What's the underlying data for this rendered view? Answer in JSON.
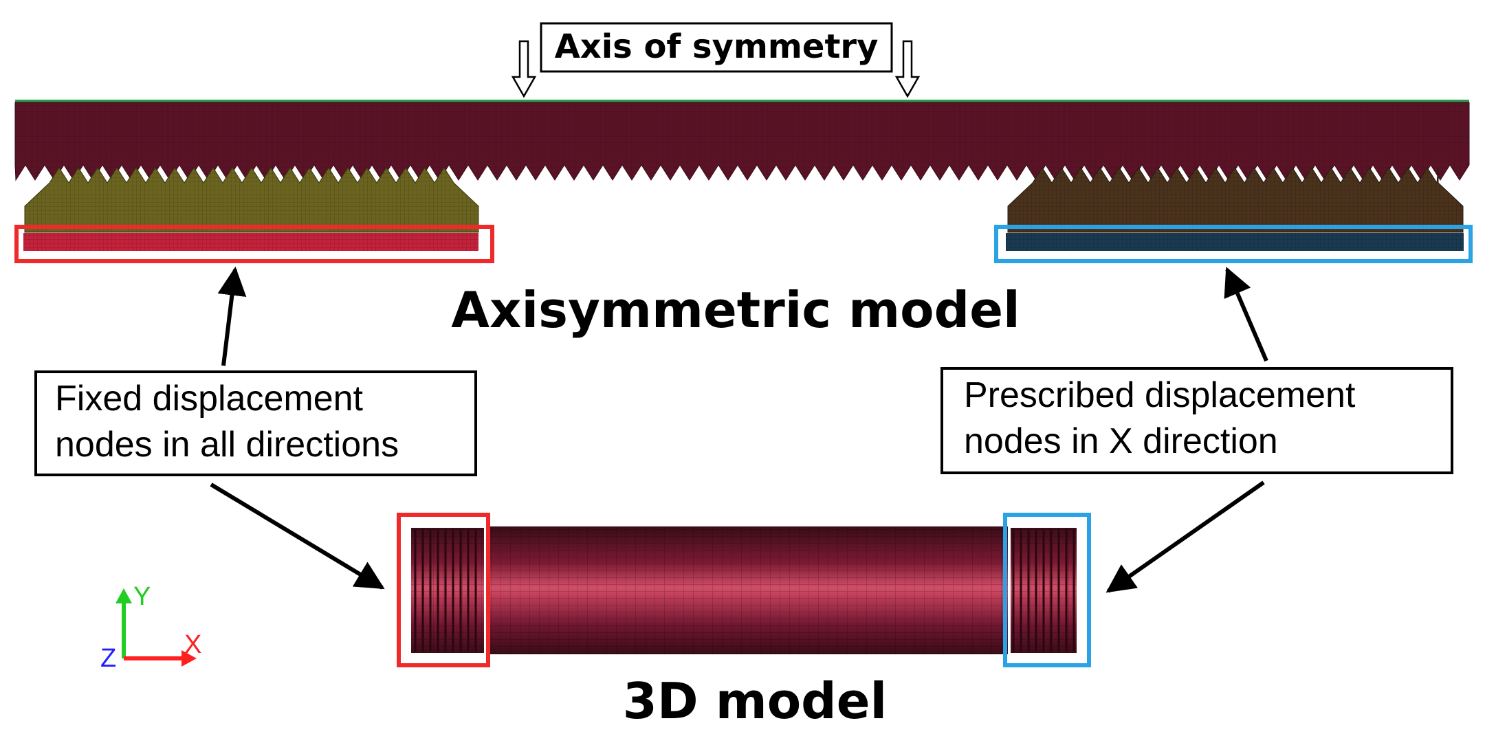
{
  "labels": {
    "axis_of_symmetry": "Axis of symmetry",
    "axisymmetric_title": "Axisymmetric model",
    "threed_title": "3D model",
    "fixed_line1": "Fixed displacement",
    "fixed_line2": "nodes in all directions",
    "prescribed_line1": "Prescribed displacement",
    "prescribed_line2": "nodes in X direction"
  },
  "triad": {
    "x": "X",
    "y": "Y",
    "z": "Z"
  },
  "colors": {
    "tube": "#5a1326",
    "tube_highlight": "#d24e68",
    "left_block": "#6b6420",
    "right_block": "#4a321c",
    "fixed_strip": "#c4223a",
    "prescribed_strip": "#1a3a52",
    "red_box": "#ee2a2a",
    "blue_box": "#29a3e6",
    "axis_green": "#2d9a4a",
    "triad_x": "#ff2020",
    "triad_y": "#22cc22",
    "triad_z": "#2020ff"
  },
  "icons": [
    "down-arrow-icon",
    "coordinate-triad-icon"
  ]
}
